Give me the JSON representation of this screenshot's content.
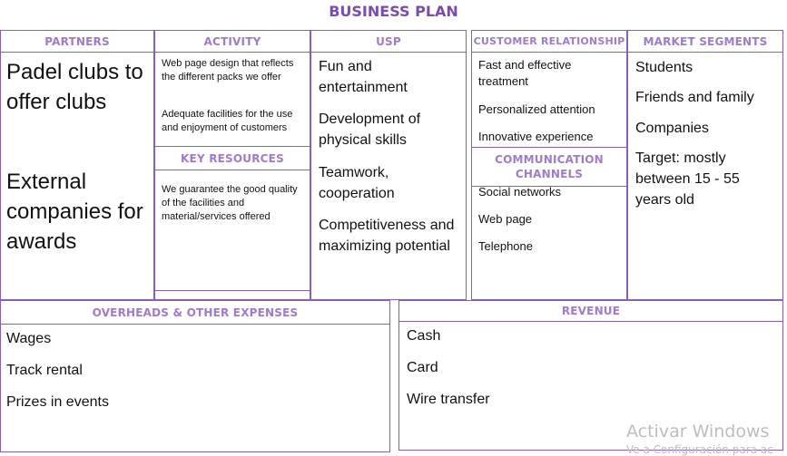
{
  "title": "BUSINESS PLAN",
  "partners": {
    "header": "PARTNERS",
    "items": [
      "Padel clubs to offer clubs",
      "External companies for awards"
    ]
  },
  "activity": {
    "header": "ACTIVITY",
    "items": [
      "Web page design that reflects the different packs we offer",
      "Adequate facilities for the use and enjoyment of customers"
    ]
  },
  "key_resources": {
    "header": "KEY RESOURCES",
    "items": [
      "We guarantee the good quality of the facilities and material/services offered"
    ]
  },
  "usp": {
    "header": "USP",
    "items": [
      "Fun and entertainment",
      "Development of physical skills",
      "Teamwork, cooperation",
      "Competitiveness and maximizing potential"
    ]
  },
  "customer_relationship": {
    "header": "CUSTOMER RELATIONSHIP",
    "items": [
      "Fast and effective treatment",
      "Personalized attention",
      "Innovative experience"
    ]
  },
  "communication_channels": {
    "header": "COMMUNICATION CHANNELS",
    "items": [
      "Social networks",
      "Web page",
      "Telephone"
    ]
  },
  "market_segments": {
    "header": "MARKET SEGMENTS",
    "items": [
      "Students",
      "Friends and family",
      "Companies",
      "Target: mostly between 15 - 55 years old"
    ]
  },
  "overheads": {
    "header": "OVERHEADS & OTHER EXPENSES",
    "items": [
      "Wages",
      "Track rental",
      "Prizes in events"
    ]
  },
  "revenue": {
    "header": "REVENUE",
    "items": [
      "Cash",
      "Card",
      "Wire transfer"
    ]
  },
  "watermark": {
    "line1": "Activar Windows",
    "line2": "Ve a Configuración para ac"
  }
}
